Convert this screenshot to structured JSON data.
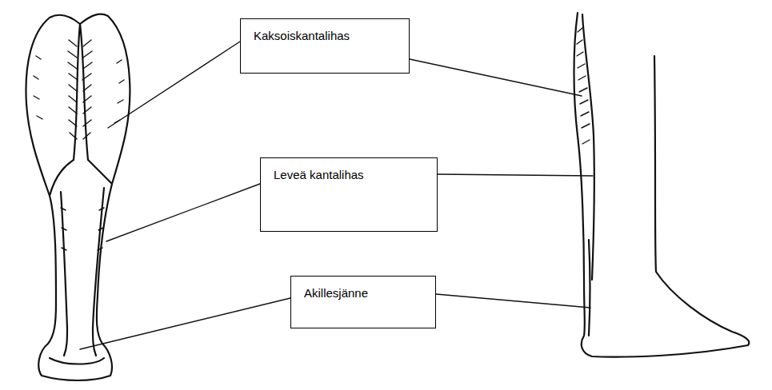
{
  "diagram": {
    "nodes": [
      {
        "text": [
          "Kaksoiskantalihas"
        ]
      },
      {
        "text": [
          "Leveä kantalihas"
        ]
      },
      {
        "text": [
          "Akillesjänne"
        ]
      }
    ]
  }
}
